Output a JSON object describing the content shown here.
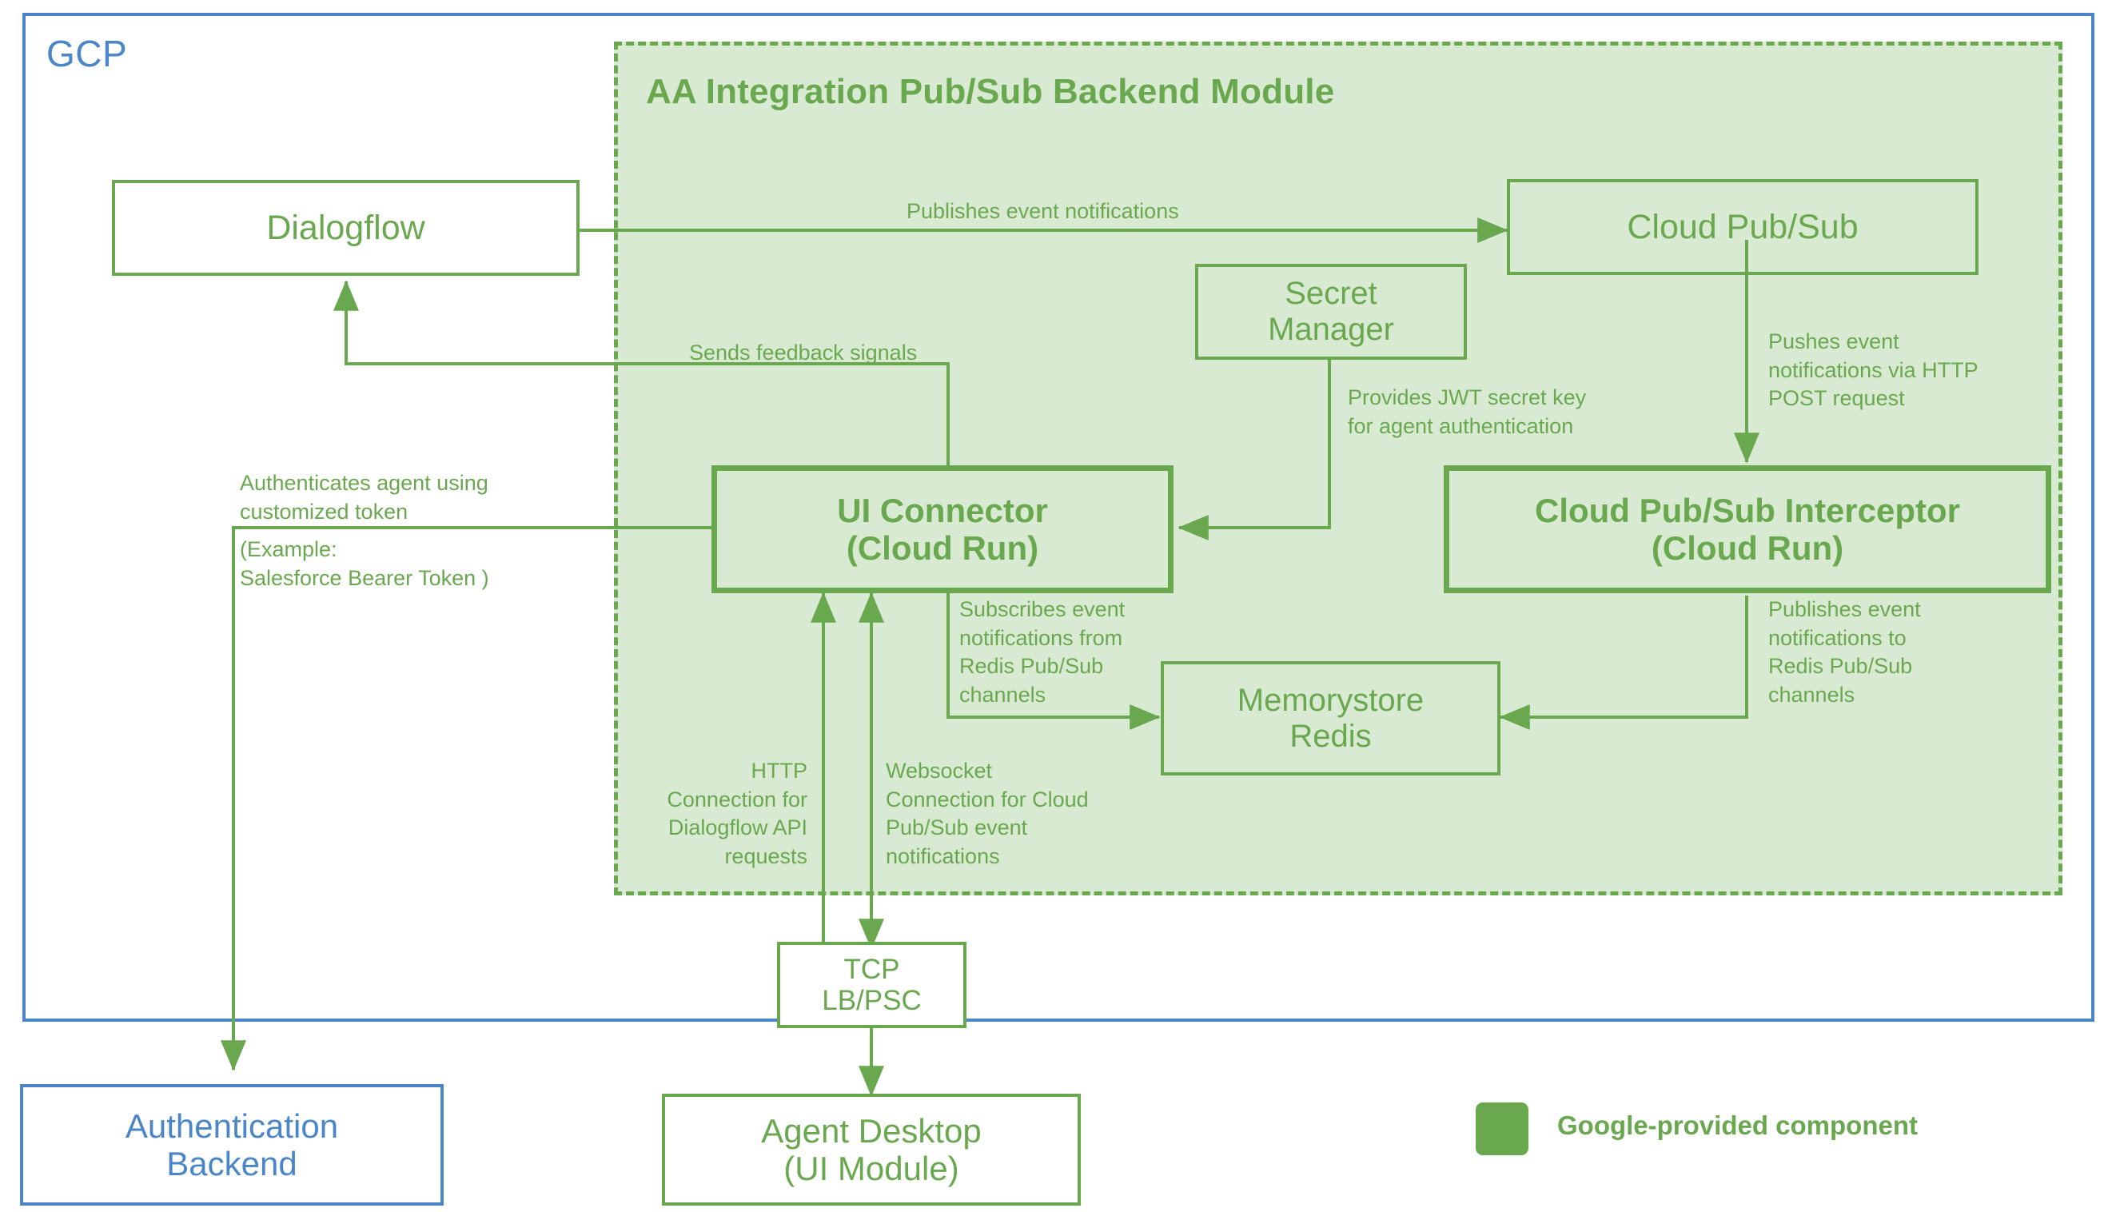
{
  "diagram": {
    "gcp_label": "GCP",
    "module_title": "AA Integration Pub/Sub Backend Module"
  },
  "nodes": {
    "dialogflow": "Dialogflow",
    "cloud_pubsub": "Cloud Pub/Sub",
    "secret_manager": "Secret\nManager",
    "ui_connector": "UI Connector\n(Cloud Run)",
    "interceptor": "Cloud Pub/Sub Interceptor\n(Cloud Run)",
    "memorystore": "Memorystore\nRedis",
    "tcp_lb": "TCP\nLB/PSC",
    "agent_desktop": "Agent Desktop\n(UI Module)",
    "auth_backend": "Authentication\nBackend"
  },
  "edge_labels": {
    "publishes_event_notifications": "Publishes event notifications",
    "sends_feedback_signals": "Sends feedback signals",
    "pushes_event_http_post": "Pushes event\nnotifications via HTTP\nPOST request",
    "provides_jwt_secret": "Provides JWT secret key\nfor agent authentication",
    "authenticates_agent": "Authenticates agent using\ncustomized token",
    "authenticates_agent_example": "(Example:\nSalesforce Bearer Token )",
    "subscribes_event_redis": "Subscribes event\nnotifications from\nRedis Pub/Sub\nchannels",
    "publishes_event_redis": "Publishes event\nnotifications to\nRedis Pub/Sub\nchannels",
    "http_connection_dialogflow": "HTTP\nConnection for\nDialogflow API\nrequests",
    "websocket_connection": "Websocket\nConnection for Cloud\nPub/Sub event\nnotifications"
  },
  "legend": {
    "google_provided": "Google-provided component"
  },
  "colors": {
    "green_stroke": "#6aa84f",
    "green_fill": "#d9ead3",
    "blue_stroke": "#4a86c8",
    "white": "#ffffff"
  }
}
